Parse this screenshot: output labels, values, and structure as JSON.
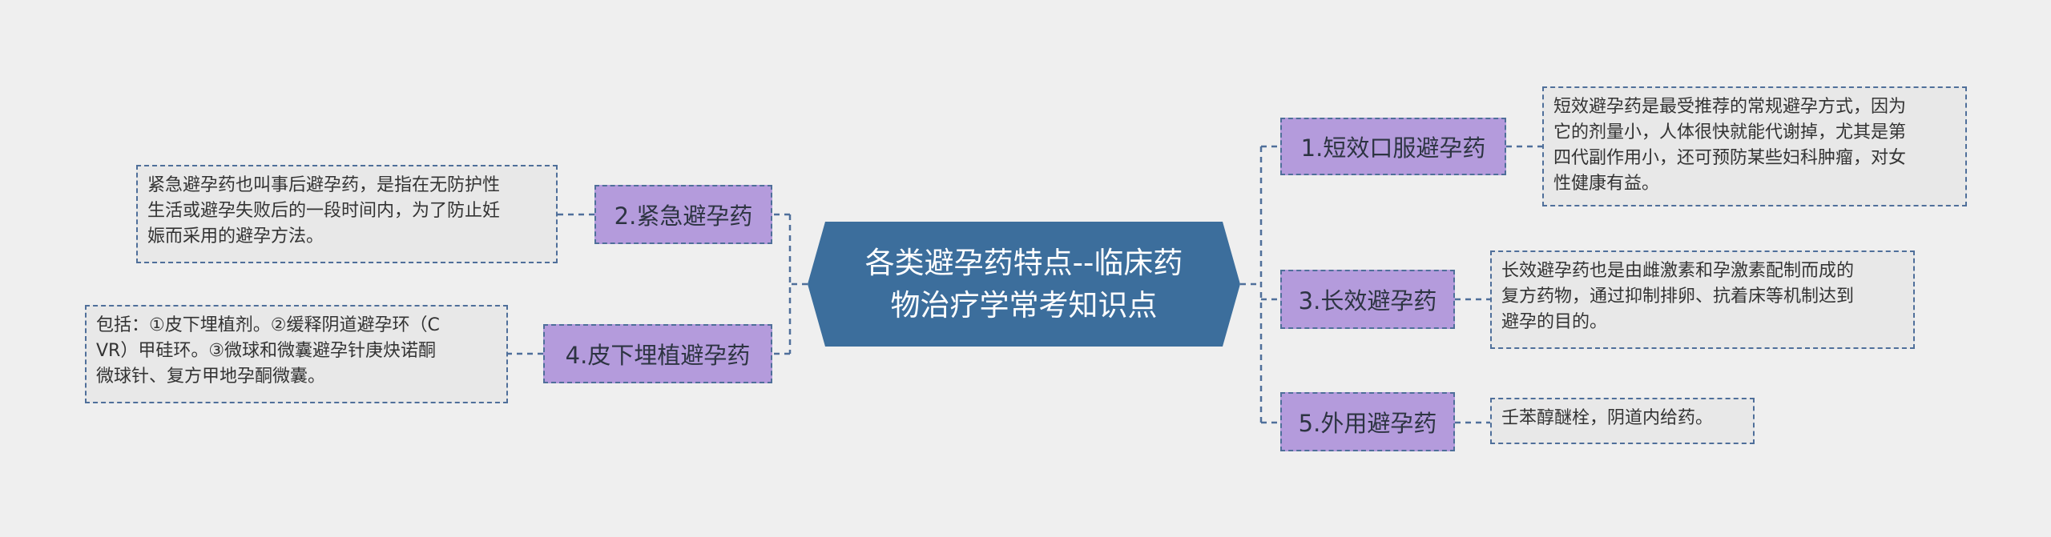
{
  "colors": {
    "background": "#efefef",
    "root_fill": "#3c6e9c",
    "branch_fill": "#b49bdc",
    "note_fill": "#e8e8e8",
    "connector": "#4f6f9a"
  },
  "root": {
    "lines": [
      "各类避孕药特点--临床药",
      "物治疗学常考知识点"
    ]
  },
  "branches": [
    {
      "id": "b1",
      "label": "1.短效口服避孕药",
      "note": [
        "短效避孕药是最受推荐的常规避孕方式，因为",
        "它的剂量小，人体很快就能代谢掉，尤其是第",
        "四代副作用小，还可预防某些妇科肿瘤，对女",
        "性健康有益。"
      ]
    },
    {
      "id": "b2",
      "label": "2.紧急避孕药",
      "note": [
        "紧急避孕药也叫事后避孕药，是指在无防护性",
        "生活或避孕失败后的一段时间内，为了防止妊",
        "娠而采用的避孕方法。"
      ]
    },
    {
      "id": "b3",
      "label": "3.长效避孕药",
      "note": [
        "长效避孕药也是由雌激素和孕激素配制而成的",
        "复方药物，通过抑制排卵、抗着床等机制达到",
        "避孕的目的。"
      ]
    },
    {
      "id": "b4",
      "label": "4.皮下埋植避孕药",
      "note": [
        "包括：①皮下埋植剂。②缓释阴道避孕环（C",
        "VR）甲硅环。③微球和微囊避孕针庚炔诺酮",
        "微球针、复方甲地孕酮微囊。"
      ]
    },
    {
      "id": "b5",
      "label": "5.外用避孕药",
      "note": [
        "壬苯醇醚栓，阴道内给药。"
      ]
    }
  ]
}
